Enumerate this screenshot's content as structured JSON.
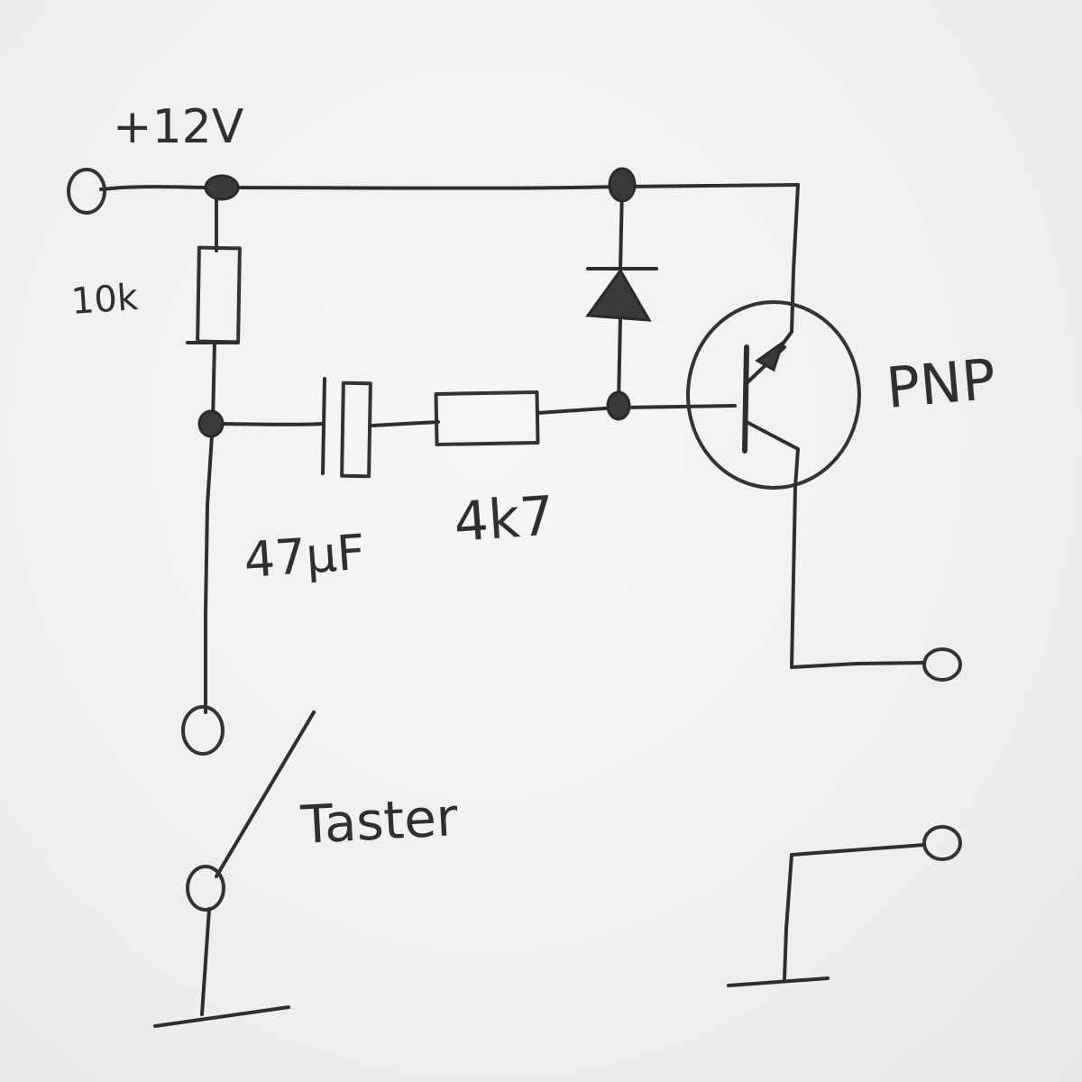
{
  "labels": {
    "supply": "+12V",
    "resistor_top": "10k",
    "capacitor": "47µF",
    "resistor_base": "4k7",
    "transistor": "PNP",
    "switch": "Taster"
  }
}
